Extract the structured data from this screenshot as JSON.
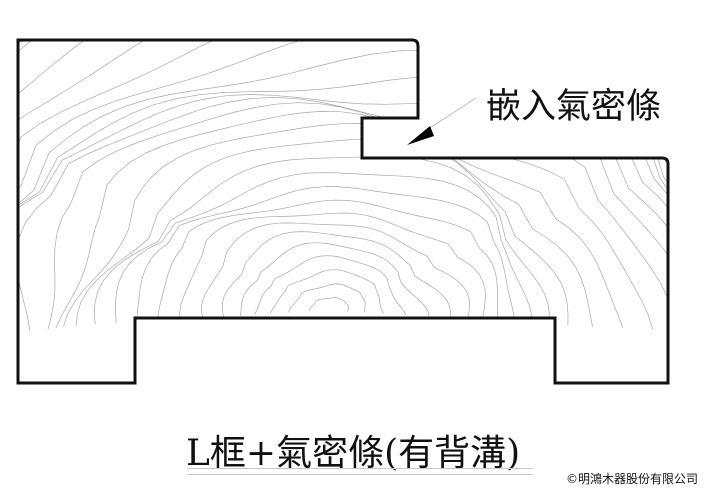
{
  "diagram": {
    "callout_label": "嵌入氣密條",
    "title": "L框+氣密條(有背溝)",
    "copyright": "©明鴻木器股份有限公司",
    "colors": {
      "outline": "#111111",
      "grain": "#a8a8a8",
      "leader": "#c0c0c0"
    }
  }
}
